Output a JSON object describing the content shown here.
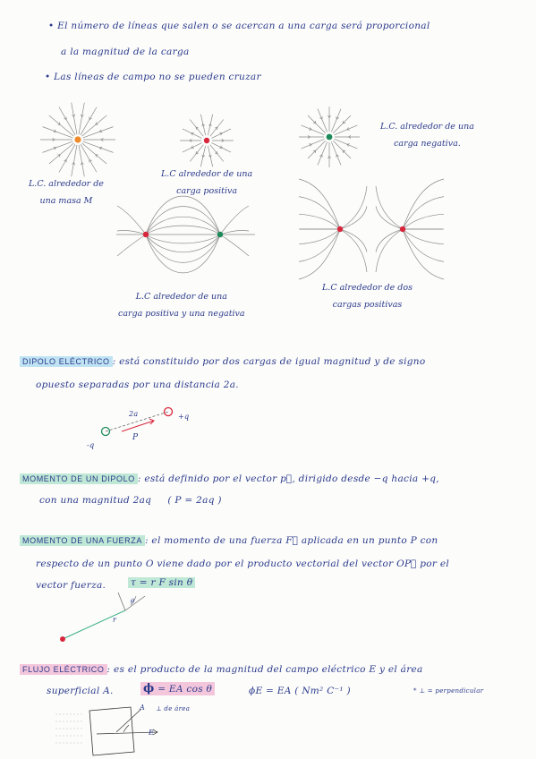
{
  "notes": {
    "bullet1_line1": "El número de líneas que salen o se acercan a una carga será proporcional",
    "bullet1_line2": "a la magnitud de la carga",
    "bullet2": "Las líneas de campo no se pueden cruzar"
  },
  "captions": {
    "mass_l1": "L.C. alrededor de",
    "mass_l2": "una masa M",
    "positive_l1": "L.C alrededor de una",
    "positive_l2": "carga positiva",
    "negative_l1": "L.C. alrededor de una",
    "negative_l2": "carga negativa.",
    "dipole_l1": "L.C alrededor de una",
    "dipole_l2": "carga positiva y una negativa",
    "two_positive_l1": "L.C alrededor de dos",
    "two_positive_l2": "cargas positivas"
  },
  "dipolo": {
    "term": "DIPOLO ELÉCTRICO",
    "line1": ": está constituido por dos cargas de igual magnitud y de signo",
    "line2": "opuesto separadas por una distancia 2a.",
    "label_2a": "2a",
    "label_p": "P",
    "label_minus_q": "-q",
    "label_plus_q": "+q"
  },
  "momento_dipolo": {
    "term": "MOMENTO DE UN DIPOLO",
    "line1": ": está definido por el vector p⃗, dirigido desde −q hacia +q,",
    "line2": "con una magnitud 2aq",
    "formula": "( P = 2aq )"
  },
  "momento_fuerza": {
    "term": "MOMENTO DE UNA FUERZA",
    "line1": ": el momento de una fuerza F⃗ aplicada en un punto P con",
    "line2": "respecto de un punto O viene dado por el producto vectorial del vector OP⃗ por el",
    "line3": "vector fuerza.",
    "formula": "τ = r F sin θ",
    "label_r": "r",
    "label_theta": "θ"
  },
  "flujo": {
    "term": "FLUJO ELÉCTRICO",
    "line1": ": es el producto de la magnitud del campo eléctrico E y el área",
    "line2_text": "superficial A.",
    "formula_symbol": "ϕ",
    "formula_rest": "= EA cos θ",
    "units": "ϕE = EA ( Nm² C⁻¹ )",
    "note": "* ⊥ = perpendicular",
    "label_A": "A",
    "label_perp": "⊥ de área",
    "label_E": "E"
  },
  "colors": {
    "ink": "#2a3a8a",
    "positive": "#d8263c",
    "negative": "#1e8a5a",
    "mass": "#f08a2a",
    "field_line": "#8a8a8a",
    "highlight_blue": "#bfe3f3",
    "highlight_green": "#bfe8d6",
    "highlight_pink": "#f4c6dc"
  }
}
